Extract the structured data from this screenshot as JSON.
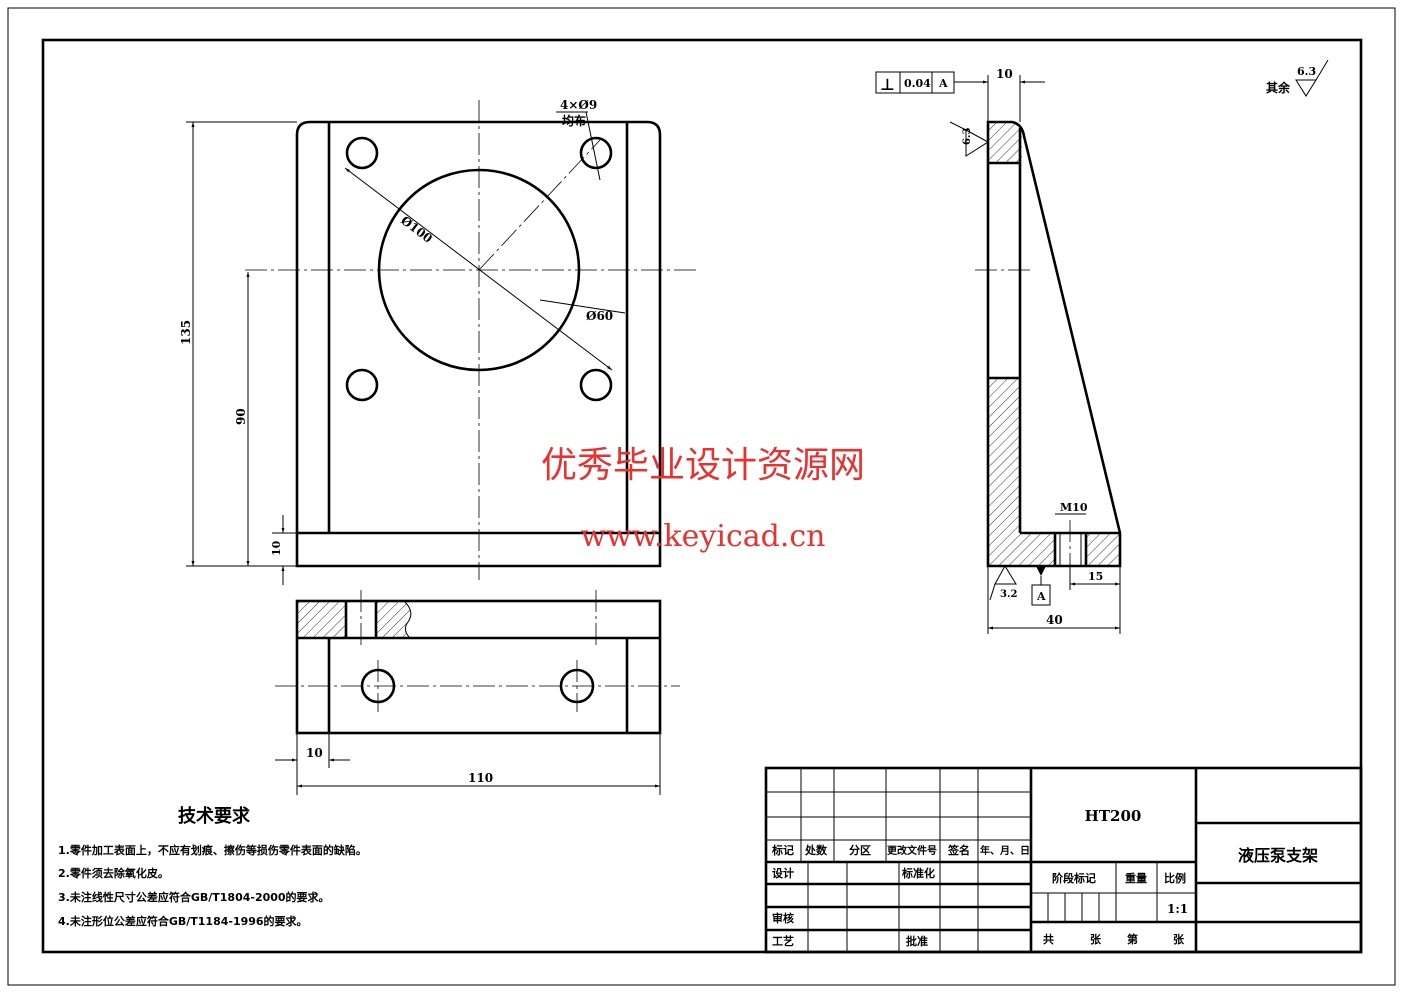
{
  "drawing": {
    "part_name": "液压泵支架",
    "material": "HT200",
    "scale": "1:1",
    "surface_finish_rest": {
      "label": "其余",
      "value": "6.3"
    },
    "dimensions": {
      "height_total": "135",
      "center_height": "90",
      "base_thickness": "10",
      "width_total": "110",
      "wall_thickness": "10",
      "holes": "4×Ø9",
      "holes_note": "均布",
      "bolt_circle": "Ø100",
      "bore": "Ø60",
      "side_thickness": "10",
      "side_depth": "40",
      "thread": "M10",
      "thread_offset": "15"
    },
    "surface_marks": {
      "side_top": "6.3",
      "base_bottom": "3.2"
    },
    "tolerance_frame": {
      "symbol": "⊥",
      "value": "0.04",
      "datum": "A"
    },
    "datum_label": "A"
  },
  "tech_requirements": {
    "title": "技术要求",
    "items": [
      "1.零件加工表面上，不应有划痕、擦伤等损伤零件表面的缺陷。",
      "2.零件须去除氧化皮。",
      "3.未注线性尺寸公差应符合GB/T1804-2000的要求。",
      "4.未注形位公差应符合GB/T1184-1996的要求。"
    ]
  },
  "title_block": {
    "headers": [
      "标记",
      "处数",
      "分区",
      "更改文件号",
      "签名",
      "年、月、日"
    ],
    "design": "设计",
    "standardize": "标准化",
    "review": "审核",
    "process": "工艺",
    "approve": "批准",
    "stage_mark": "阶段标记",
    "weight": "重量",
    "scale_label": "比例",
    "total": "共",
    "sheets": "张",
    "sheet_no": "第",
    "sheets2": "张"
  },
  "watermark": {
    "text": "优秀毕业设计资源网",
    "url": "www.keyicad.cn"
  }
}
